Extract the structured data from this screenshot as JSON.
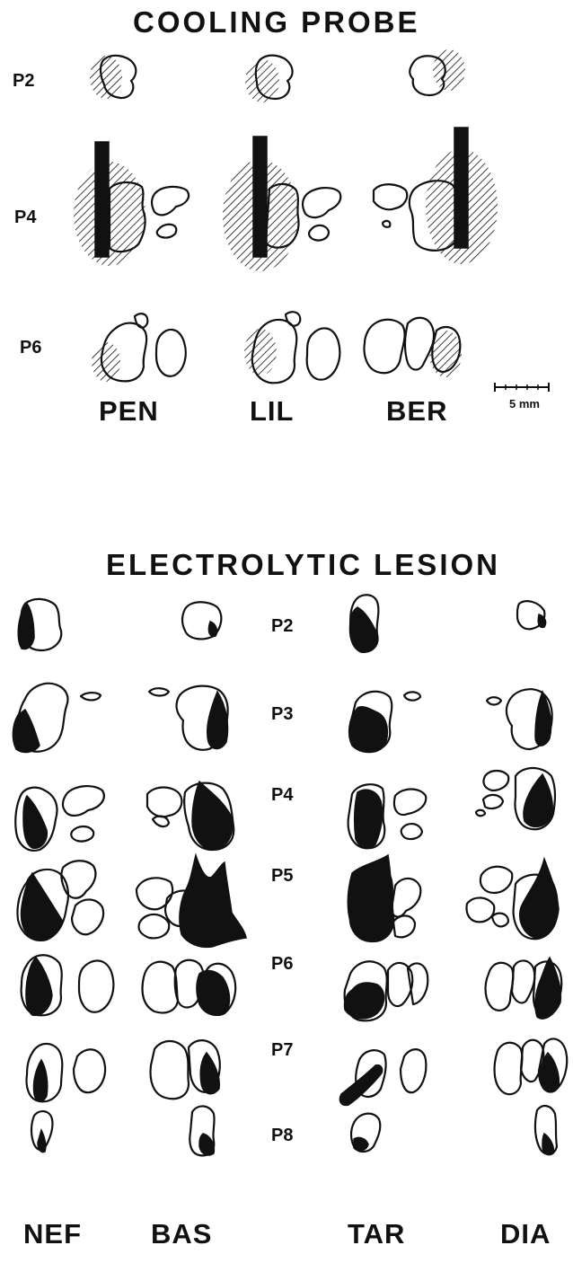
{
  "cooling": {
    "title": "COOLING  PROBE",
    "rows": [
      "P2",
      "P4",
      "P6"
    ],
    "subjects": [
      "PEN",
      "LIL",
      "BER"
    ],
    "scale_bar": "5 mm"
  },
  "lesion": {
    "title": "ELECTROLYTIC  LESION",
    "rows": [
      "P2",
      "P3",
      "P4",
      "P5",
      "P6",
      "P7",
      "P8"
    ],
    "subjects": [
      "NEF",
      "BAS",
      "TAR",
      "DIA"
    ]
  }
}
